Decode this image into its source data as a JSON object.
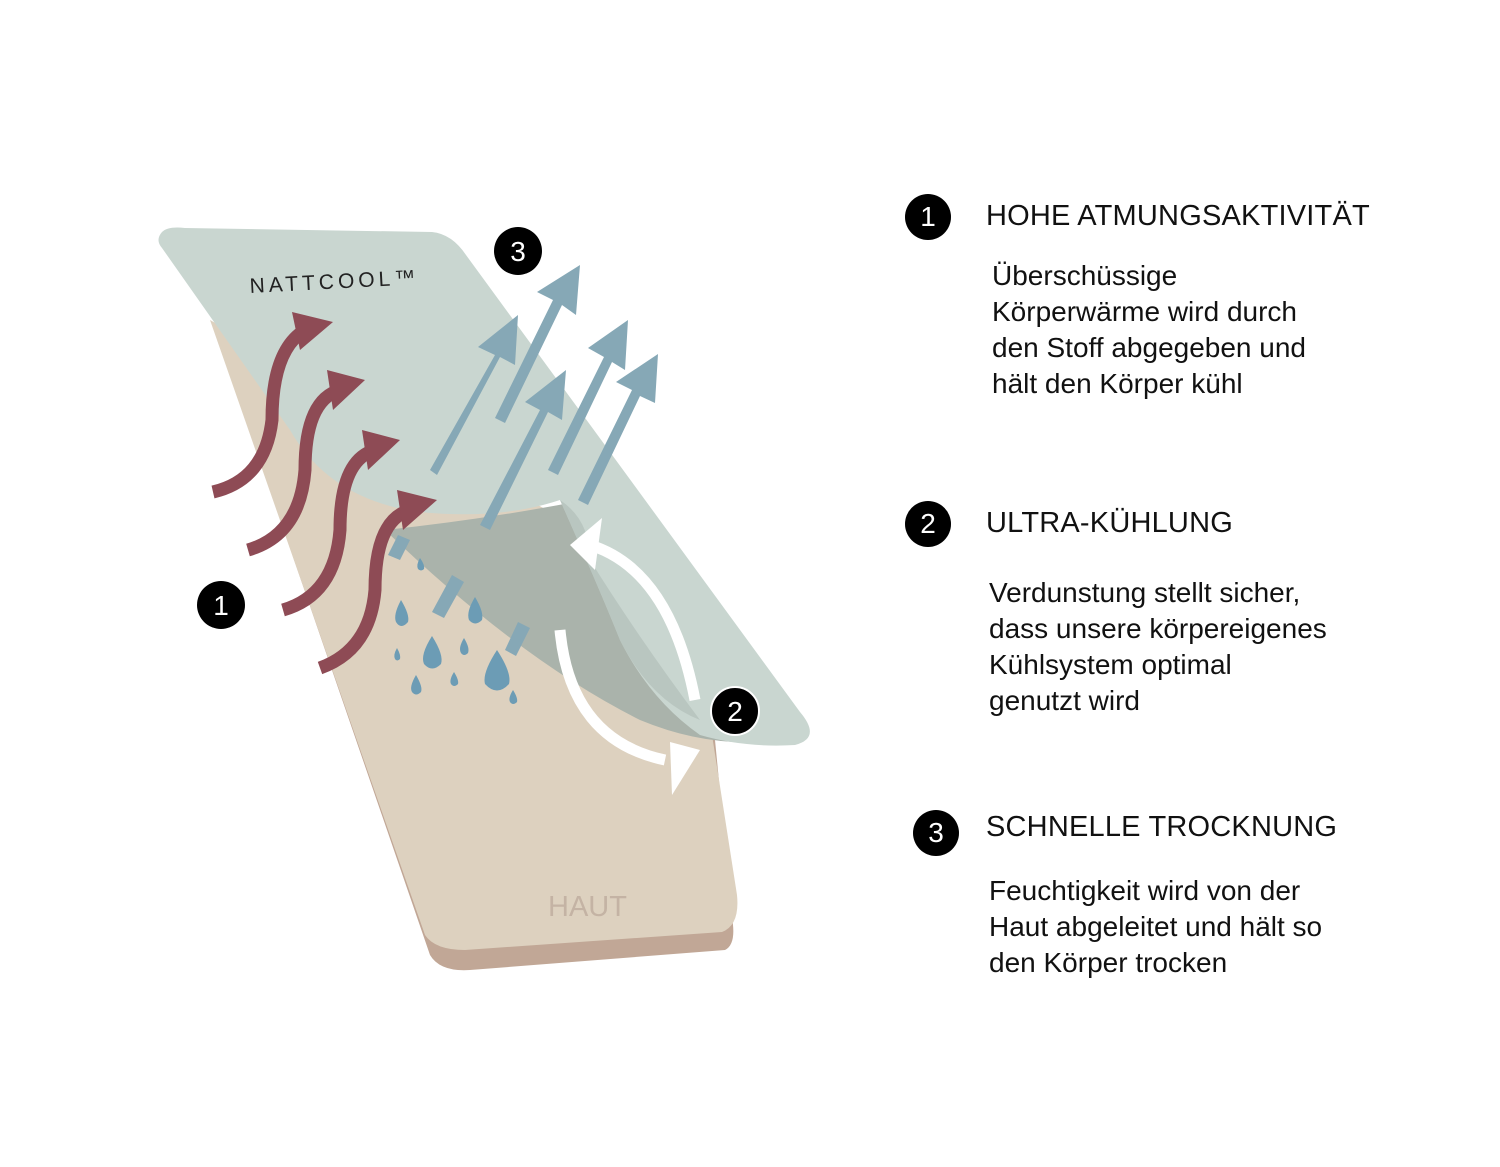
{
  "illustration": {
    "fabric_label": "NATTCOOL™",
    "skin_label": "HAUT",
    "markers": [
      "1",
      "2",
      "3"
    ],
    "colors": {
      "fabric": "#c9d6d0",
      "fabric_under": "#aab3ab",
      "skin": "#ddd1bf",
      "skin_edge": "#c1a796",
      "heat_arrow": "#8e4b55",
      "vapor_arrow": "#86a8b6",
      "drop": "#6c9cb5"
    }
  },
  "features": [
    {
      "number": "1",
      "title": "HOHE ATMUNGSAKTIVITÄT",
      "lines": [
        "Überschüssige",
        "Körperwärme wird durch",
        "den Stoff abgegeben und",
        "hält den Körper kühl"
      ]
    },
    {
      "number": "2",
      "title": "ULTRA-KÜHLUNG",
      "lines": [
        "Verdunstung stellt sicher,",
        "dass unsere körpereigenes",
        "Kühlsystem optimal",
        "genutzt wird"
      ]
    },
    {
      "number": "3",
      "title": "SCHNELLE TROCKNUNG",
      "lines": [
        "Feuchtigkeit wird von der",
        "Haut abgeleitet und hält so",
        "den Körper trocken"
      ]
    }
  ]
}
